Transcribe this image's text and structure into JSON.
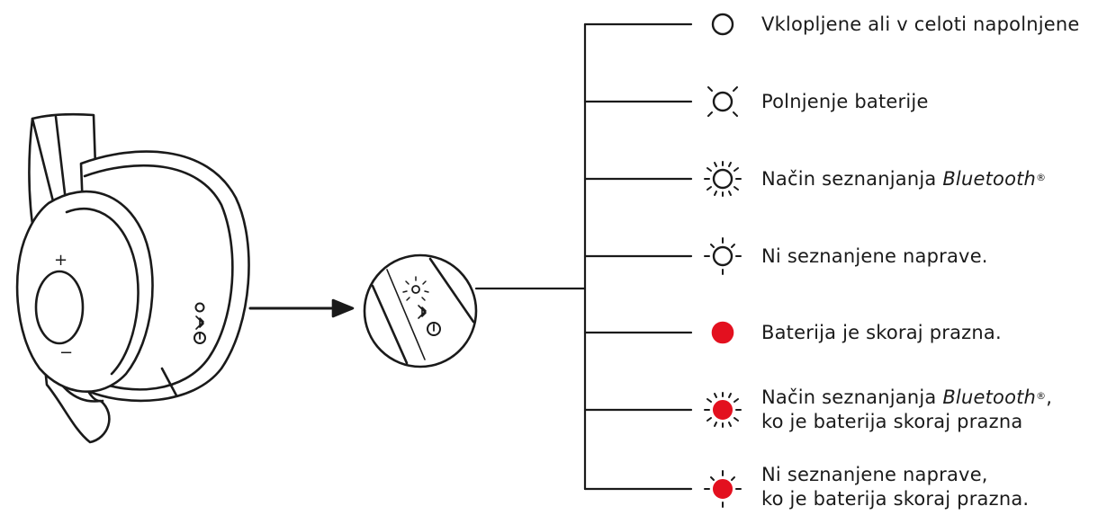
{
  "colors": {
    "line": "#1a1a1a",
    "led_white": "#ffffff",
    "led_red": "#e3101f"
  },
  "headset": {
    "plus_label": "+",
    "minus_label": "−"
  },
  "legend": [
    {
      "id": "on",
      "icon": "led-solid-white-icon",
      "line1": "Vklopljene ali v celoti napolnjene"
    },
    {
      "id": "charging",
      "icon": "led-pulsing-white-icon",
      "line1": "Polnjenje baterije"
    },
    {
      "id": "pairing",
      "icon": "led-fast-blinking-white-icon",
      "line1_pre": "Način seznanjanja ",
      "line1_em": "Bluetooth",
      "line1_sup": "®"
    },
    {
      "id": "no-device",
      "icon": "led-blinking-white-icon",
      "line1": "Ni seznanjene naprave."
    },
    {
      "id": "battery-low",
      "icon": "led-solid-red-icon",
      "line1": "Baterija je skoraj prazna."
    },
    {
      "id": "pairing-low",
      "icon": "led-fast-blinking-red-icon",
      "line1_pre": "Način seznanjanja ",
      "line1_em": "Bluetooth",
      "line1_sup": "®",
      "line1_post": ",",
      "line2": "ko je baterija skoraj prazna"
    },
    {
      "id": "no-device-low",
      "icon": "led-blinking-red-icon",
      "line1": "Ni seznanjene naprave,",
      "line2": "ko je baterija skoraj prazna."
    }
  ]
}
